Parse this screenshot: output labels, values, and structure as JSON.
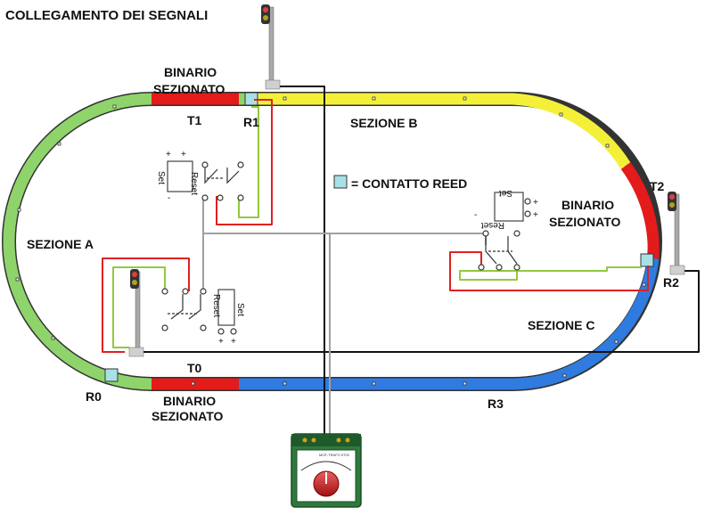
{
  "title": "COLLEGAMENTO DEI SEGNALI",
  "labels": {
    "binario_top_1": "BINARIO",
    "binario_top_2": "SEZIONATO",
    "binario_right_1": "BINARIO",
    "binario_right_2": "SEZIONATO",
    "binario_bottom_1": "BINARIO",
    "binario_bottom_2": "SEZIONATO",
    "sezione_a": "SEZIONE A",
    "sezione_b": "SEZIONE B",
    "sezione_c": "SEZIONE C",
    "legend": "= CONTATTO REED",
    "t0": "T0",
    "t1": "T1",
    "t2": "T2",
    "r0": "R0",
    "r1": "R1",
    "r2": "R2",
    "r3": "R3"
  },
  "relay_labels": {
    "reset": "Reset",
    "set": "Set",
    "plus": "+",
    "minus": "-"
  },
  "colors": {
    "green": "#8fd46a",
    "red": "#e31b1b",
    "yellow": "#f4f03a",
    "blue": "#2f7be0",
    "reed": "#a7e1e6",
    "wire_black": "#111111",
    "wire_gray": "#a0a0a0",
    "wire_green": "#92c83e",
    "wire_red": "#e02020",
    "transformer": "#2e7a3c"
  },
  "transformer_label": "MOF-TRAFO 5703"
}
